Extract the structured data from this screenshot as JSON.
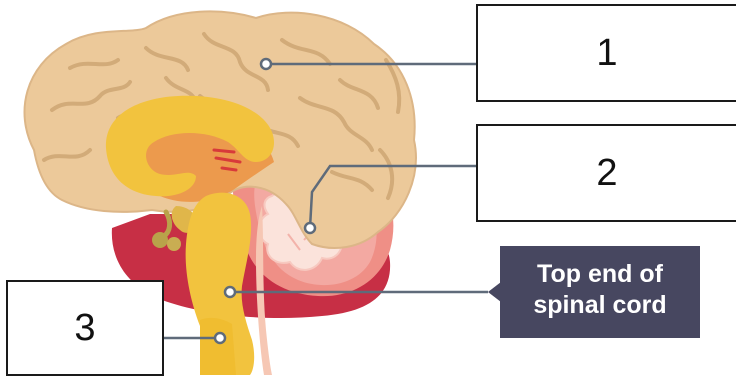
{
  "labels": {
    "box_1": "1",
    "box_2": "2",
    "box_3": "3",
    "tag_line_1": "Top end of",
    "tag_line_2": "spinal cord"
  },
  "colors": {
    "cerebrum": "#ecc99a",
    "cerebrum_outline": "#d2ab79",
    "corpus_callosum": "#f2c33e",
    "thalamus": "#ec9a4d",
    "cerebellum_dark": "#c72f45",
    "cerebellum_light": "#f3a9a2",
    "brainstem": "#f2c33e",
    "leader_line": "#5f6b7a",
    "tag_background": "#474760"
  }
}
